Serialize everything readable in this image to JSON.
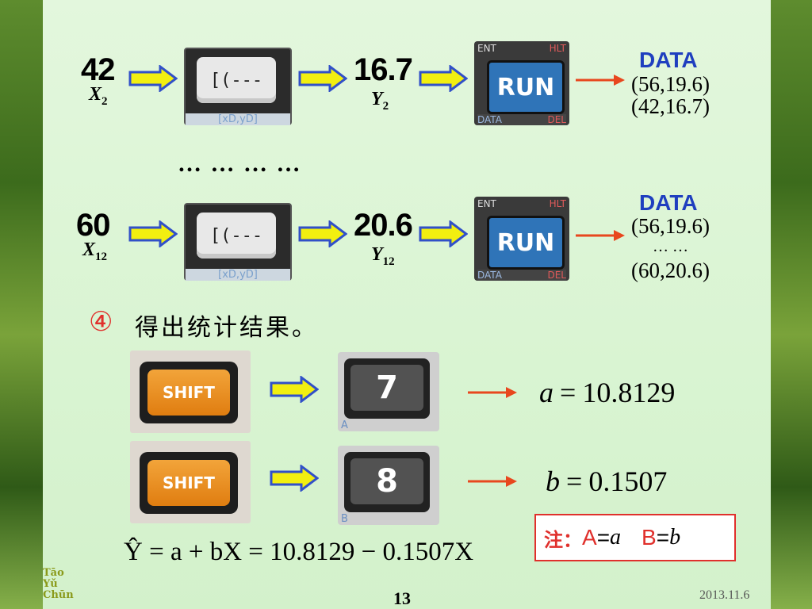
{
  "row1": {
    "x_value": "42",
    "x_label": "X",
    "x_sub": "2",
    "y_value": "16.7",
    "y_label": "Y",
    "y_sub": "2",
    "data_title": "DATA",
    "data_lines": [
      "(56,19.6)",
      "(42,16.7)"
    ]
  },
  "ellipsis": "… … … …",
  "row2": {
    "x_value": "60",
    "x_label": "X",
    "x_sub": "12",
    "y_value": "20.6",
    "y_label": "Y",
    "y_sub": "12",
    "data_title": "DATA",
    "data_lines": [
      "(56,19.6)",
      "… …",
      "(60,20.6)"
    ]
  },
  "key_input": {
    "cap": "[(---",
    "label": "[xD,yD]"
  },
  "key_run": {
    "top_left": "ENT",
    "top_right": "HLT",
    "cap": "RUN",
    "bottom_left": "DATA",
    "bottom_right": "DEL"
  },
  "step": {
    "marker": "④",
    "text": "得出统计结果。"
  },
  "shift_key": {
    "cap": "SHIFT"
  },
  "key7": {
    "cap": "7",
    "label": "A"
  },
  "key8": {
    "cap": "8",
    "label": "B"
  },
  "result_a": {
    "var": "a",
    "eq": "=",
    "value": "10.8129"
  },
  "result_b": {
    "var": "b",
    "eq": "=",
    "value": "0.1507"
  },
  "regression": "Ŷ = a + bX = 10.8129 − 0.1507X",
  "note": {
    "prefix": "注：",
    "a_key": "A",
    "a_var": "a",
    "b_key": "B",
    "b_var": "b"
  },
  "footer": {
    "page": "13",
    "date": "2013.11.6",
    "logo_lines": [
      "Tāo",
      "Yǔ",
      "Chūn"
    ]
  },
  "colors": {
    "yellow_arrow": "#f2ef10",
    "arrow_outline": "#3150c8",
    "red_arrow": "#e8471e",
    "data_blue": "#1f3fbf"
  }
}
